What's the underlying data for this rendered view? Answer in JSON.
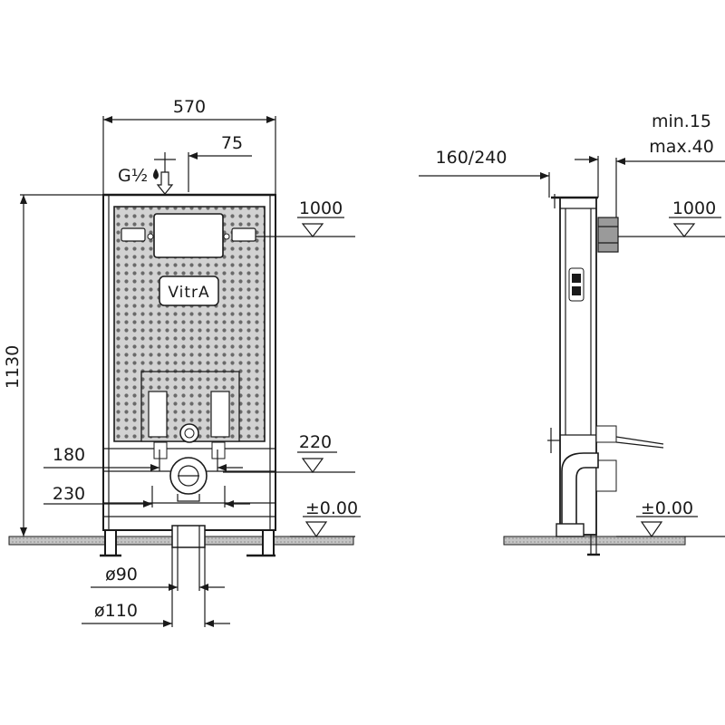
{
  "front_view": {
    "width_label": "570",
    "offset_label": "75",
    "supply_label": "G½",
    "height_label": "1130",
    "button_height_label": "1000",
    "brand_label": "VitrA",
    "dim_180_label": "180",
    "dim_230_label": "230",
    "dim_220_label": "220",
    "floor_label": "±0.00",
    "d90_label": "ø90",
    "d110_label": "ø110"
  },
  "side_view": {
    "depth_label": "160/240",
    "min_label": "min.15",
    "max_label": "max.40",
    "button_height_label": "1000",
    "floor_label": "±0.00"
  },
  "colors": {
    "line": "#1a1a1a",
    "panel_fill": "#c9c9c9",
    "floor_fill": "#bfbfbf"
  }
}
